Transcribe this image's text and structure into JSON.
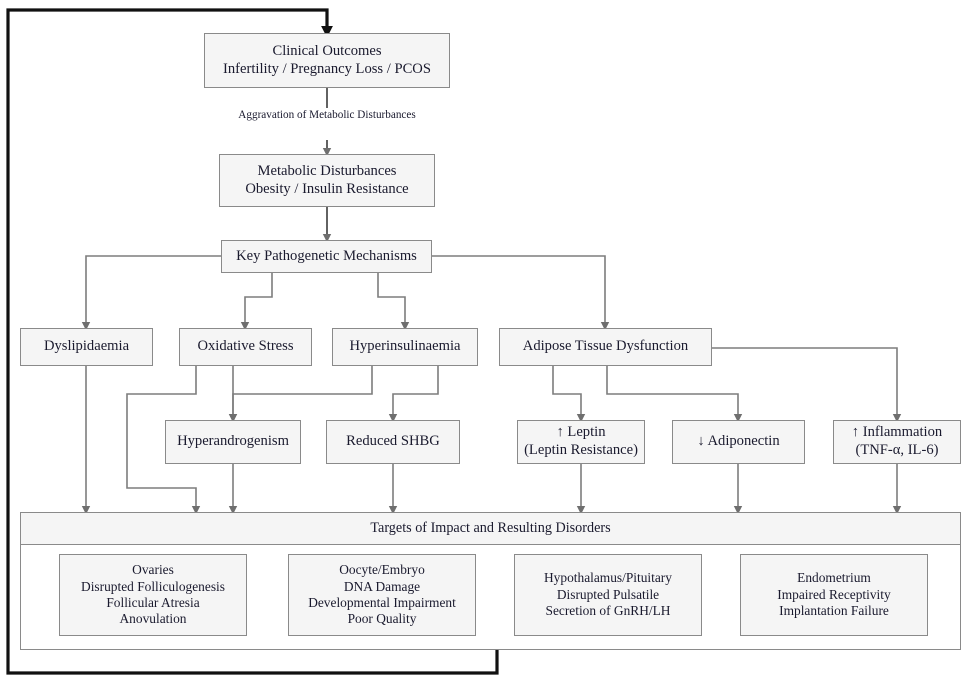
{
  "diagram": {
    "title": "Pathogenetic mechanisms flowchart",
    "colors": {
      "box_fill": "#f5f5f5",
      "box_border": "#8a8a8a",
      "connector": "#7d7d7d",
      "feedback_loop": "#111111",
      "text": "#1a1a2e",
      "panel_fill": "#ffffff"
    },
    "edge_label": {
      "line1": "Aggravation of",
      "line2": "Metabolic Disturbances"
    },
    "nodes": {
      "clinical_outcomes": {
        "line1": "Clinical Outcomes",
        "line2": "Infertility / Pregnancy Loss / PCOS"
      },
      "metabolic_disturbances": {
        "line1": "Metabolic Disturbances",
        "line2": "Obesity / Insulin Resistance"
      },
      "key_mechanisms": {
        "line1": "Key Pathogenetic Mechanisms"
      },
      "dyslipidaemia": {
        "line1": "Dyslipidaemia"
      },
      "oxidative_stress": {
        "line1": "Oxidative Stress"
      },
      "hyperinsulinaemia": {
        "line1": "Hyperinsulinaemia"
      },
      "adipose_tissue": {
        "line1": "Adipose Tissue Dysfunction"
      },
      "hyperandrogenism": {
        "line1": "Hyperandrogenism"
      },
      "reduced_shbg": {
        "line1": "Reduced SHBG"
      },
      "leptin": {
        "line1": "↑ Leptin",
        "line2": "(Leptin Resistance)"
      },
      "adiponectin": {
        "line1": "↓ Adiponectin"
      },
      "inflammation": {
        "line1": "↑ Inflammation",
        "line2": "(TNF-α, IL-6)"
      }
    },
    "targets_panel": {
      "header": "Targets of Impact and Resulting Disorders",
      "items": [
        {
          "name": "ovaries",
          "lines": [
            "Ovaries",
            "Disrupted Folliculogenesis",
            "Follicular Atresia",
            "Anovulation"
          ]
        },
        {
          "name": "oocyte-embryo",
          "lines": [
            "Oocyte/Embryo",
            "DNA Damage",
            "Developmental Impairment",
            "Poor Quality"
          ]
        },
        {
          "name": "hypothalamus-pituitary",
          "lines": [
            "Hypothalamus/Pituitary",
            "Disrupted Pulsatile",
            "Secretion of GnRH/LH"
          ]
        },
        {
          "name": "endometrium",
          "lines": [
            "Endometrium",
            "Impaired Receptivity",
            "Implantation Failure"
          ]
        }
      ]
    }
  }
}
